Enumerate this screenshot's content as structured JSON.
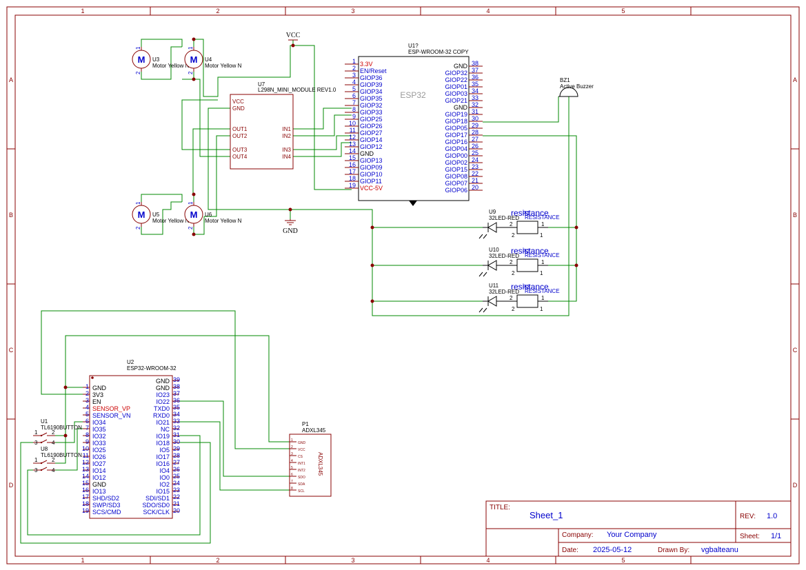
{
  "frame": {
    "cols": [
      "1",
      "2",
      "3",
      "4",
      "5"
    ],
    "rows": [
      "A",
      "B",
      "C",
      "D"
    ]
  },
  "colors": {
    "wire": "#008800",
    "part": "#880000",
    "pin": "#0000cc",
    "red_text": "#cc0000",
    "frame": "#880000"
  },
  "power": {
    "vcc": "VCC",
    "gnd": "GND"
  },
  "motors": [
    {
      "ref": "U3",
      "value": "Motor Yellow N",
      "glyph": "M"
    },
    {
      "ref": "U4",
      "value": "Motor Yellow N",
      "glyph": "M"
    },
    {
      "ref": "U5",
      "value": "Motor Yellow N",
      "glyph": "M"
    },
    {
      "ref": "U6",
      "value": "Motor Yellow N",
      "glyph": "M"
    }
  ],
  "motor_pins": [
    "1",
    "2"
  ],
  "driver": {
    "ref": "U7",
    "value": "L298N_MINI_MODULE REV1.0",
    "left_pins": [
      "VCC",
      "GND",
      "OUT1",
      "OUT2",
      "OUT3",
      "OUT4"
    ],
    "right_pins": [
      "IN1",
      "IN2",
      "IN3",
      "IN4"
    ]
  },
  "esp_top": {
    "ref": "U1?",
    "value": "ESP-WROOM-32 COPY",
    "body": "ESP32",
    "left_nums": [
      "1",
      "2",
      "3",
      "4",
      "5",
      "6",
      "7",
      "8",
      "9",
      "10",
      "11",
      "12",
      "13",
      "14",
      "15",
      "16",
      "17",
      "18",
      "19"
    ],
    "left_pins": [
      "3.3V",
      "EN/Reset",
      "GIOP36",
      "GIOP39",
      "GIOP34",
      "GIOP35",
      "GIOP32",
      "GIOP33",
      "GIOP25",
      "GIOP26",
      "GIOP27",
      "GIOP14",
      "GIOP12",
      "GND",
      "GIOP13",
      "GIOP09",
      "GIOP10",
      "GIOP11",
      "VCC-5V"
    ],
    "right_nums": [
      "38",
      "37",
      "36",
      "35",
      "34",
      "33",
      "32",
      "31",
      "30",
      "29",
      "28",
      "27",
      "26",
      "25",
      "24",
      "23",
      "22",
      "21",
      "20"
    ],
    "right_pins": [
      "GND",
      "GIOP32",
      "GIOP22",
      "GIOP01",
      "GIOP03",
      "GIOP21",
      "GND",
      "GIOP19",
      "GIOP18",
      "GIOP05",
      "GIOP17",
      "GIOP16",
      "GIOP04",
      "GIOP00",
      "GIOP02",
      "GIOP15",
      "GIOP08",
      "GIOP07",
      "GIOP06"
    ]
  },
  "buzzer": {
    "ref": "BZ1",
    "value": "Active Buzzer"
  },
  "leds": [
    {
      "ref": "U9",
      "value": "32LED-RED",
      "res_ref": "resistance",
      "res_ref_overlap": "R1",
      "res_value": "RESISTANCE"
    },
    {
      "ref": "U10",
      "value": "32LED-RED",
      "res_ref": "resistance",
      "res_ref_overlap": "R2",
      "res_value": "RESISTANCE"
    },
    {
      "ref": "U11",
      "value": "32LED-RED",
      "res_ref": "resistance",
      "res_ref_overlap": "R3",
      "res_value": "RESISTANCE"
    }
  ],
  "led_pins": [
    "2",
    "2",
    "1",
    "1"
  ],
  "esp_bottom": {
    "ref": "U2",
    "value": "ESP32-WROOM-32",
    "left_nums": [
      "1",
      "2",
      "3",
      "4",
      "5",
      "6",
      "7",
      "8",
      "9",
      "10",
      "11",
      "12",
      "13",
      "14",
      "15",
      "16",
      "17",
      "18",
      "19"
    ],
    "left_pins": [
      "GND",
      "3V3",
      "EN",
      "SENSOR_VP",
      "SENSOR_VN",
      "IO34",
      "IO35",
      "IO32",
      "IO33",
      "IO25",
      "IO26",
      "IO27",
      "IO14",
      "IO12",
      "GND",
      "IO13",
      "SHD/SD2",
      "SWP/SD3",
      "SCS/CMD"
    ],
    "right_nums": [
      "39",
      "38",
      "37",
      "36",
      "35",
      "34",
      "33",
      "32",
      "31",
      "30",
      "29",
      "28",
      "27",
      "26",
      "25",
      "24",
      "23",
      "22",
      "21",
      "20"
    ],
    "right_pins": [
      "GND",
      "GND",
      "IO23",
      "IO22",
      "TXD0",
      "RXD0",
      "IO21",
      "NC",
      "IO19",
      "IO18",
      "IO5",
      "IO17",
      "IO16",
      "IO4",
      "IO0",
      "IO2",
      "IO15",
      "SDI/SD1",
      "SDO/SD0",
      "SCK/CLK"
    ]
  },
  "buttons": [
    {
      "ref": "U1",
      "value": "TL6190BUTTON",
      "pins": [
        "1",
        "2",
        "3",
        "4"
      ]
    },
    {
      "ref": "U8",
      "value": "TL6190BUTTON",
      "pins": [
        "1",
        "2",
        "3",
        "4"
      ]
    }
  ],
  "accel": {
    "ref": "P1",
    "value": "ADXL345",
    "body": "ADXL345",
    "nums": [
      "1",
      "2",
      "3",
      "4",
      "5",
      "6",
      "7",
      "8"
    ],
    "pins": [
      "GND",
      "VCC",
      "CS",
      "INT1",
      "INT2",
      "SDO",
      "SDA",
      "SCL"
    ]
  },
  "title_block": {
    "title_label": "TITLE:",
    "title": "Sheet_1",
    "rev_label": "REV:",
    "rev": "1.0",
    "company_label": "Company:",
    "company": "Your Company",
    "sheet_label": "Sheet:",
    "sheet": "1/1",
    "date_label": "Date:",
    "date": "2025-05-12",
    "drawn_label": "Drawn By:",
    "drawn": "vgbalteanu"
  }
}
